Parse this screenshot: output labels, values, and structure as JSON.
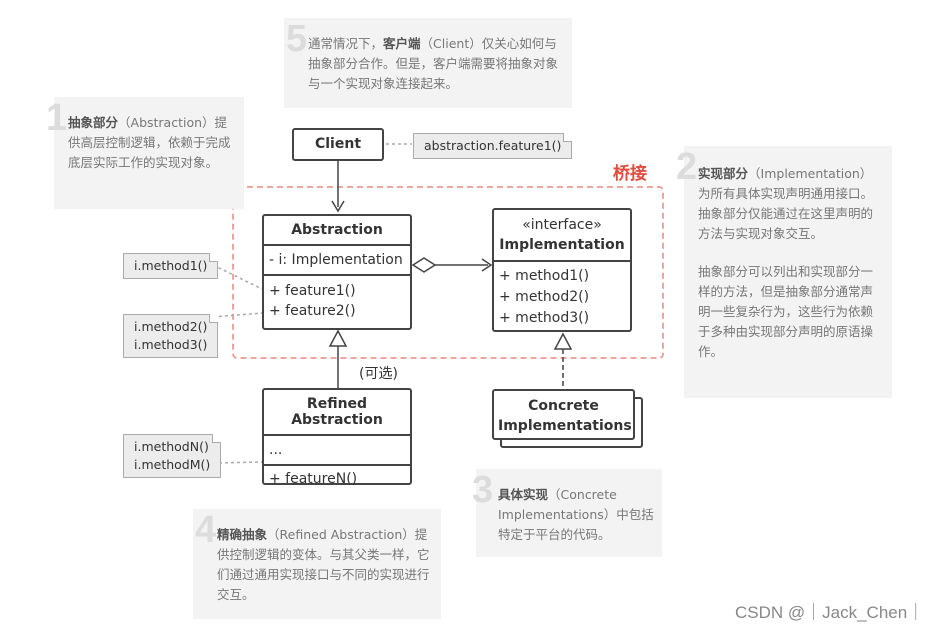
{
  "bridge_label": "桥接",
  "optional_label": "(可选)",
  "watermark": "CSDN @｜Jack_Chen｜",
  "notes": [
    {
      "num": "5",
      "prefix": "通常情况下，",
      "bold": "客户端",
      "rest": "（Client）仅关心如何与抽象部分合作。但是，客户端需要将抽象对象与一个实现对象连接起来。"
    },
    {
      "num": "1",
      "prefix": "",
      "bold": "抽象部分",
      "rest": "（Abstraction）提供高层控制逻辑，依赖于完成底层实际工作的实现对象。"
    },
    {
      "num": "2",
      "prefix": "",
      "bold": "实现部分",
      "rest": "（Implementation）为所有具体实现声明通用接口。抽象部分仅能通过在这里声明的方法与实现对象交互。",
      "extra": "抽象部分可以列出和实现部分一样的方法，但是抽象部分通常声明一些复杂行为，这些行为依赖于多种由实现部分声明的原语操作。"
    },
    {
      "num": "3",
      "prefix": "",
      "bold": "具体实现",
      "rest": "（Concrete Implementations）中包括特定于平台的代码。"
    },
    {
      "num": "4",
      "prefix": "",
      "bold": "精确抽象",
      "rest": "（Refined Abstraction）提供控制逻辑的变体。与其父类一样，它们通过通用实现接口与不同的实现进行交互。"
    }
  ],
  "client": {
    "title": "Client"
  },
  "abstraction": {
    "title": "Abstraction",
    "field": "- i: Implementation",
    "methods": [
      "+ feature1()",
      "+ feature2()"
    ]
  },
  "implementation": {
    "stereo": "«interface»",
    "title": "Implementation",
    "methods": [
      "+ method1()",
      "+ method2()",
      "+ method3()"
    ]
  },
  "refined": {
    "title": "Refined Abstraction",
    "field": "...",
    "methods": [
      "+ featureN()"
    ]
  },
  "concrete": {
    "title_line1": "Concrete",
    "title_line2": "Implementations"
  },
  "tags": {
    "client_call": "abstraction.feature1()",
    "f1": "i.method1()",
    "f2_line1": "i.method2()",
    "f2_line2": "i.method3()",
    "fn_line1": "i.methodN()",
    "fn_line2": "i.methodM()"
  }
}
